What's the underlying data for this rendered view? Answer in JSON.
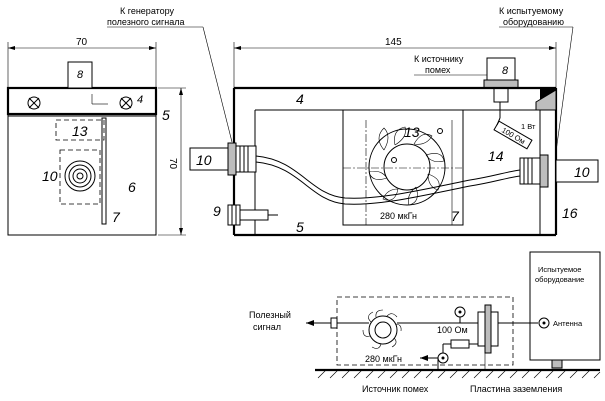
{
  "labels": {
    "to_signal_generator": [
      "К генератору",
      "полезного сигнала"
    ],
    "to_equipment_under_test": [
      "К испытуемому",
      "оборудованию"
    ],
    "to_interference_source": [
      "К источнику",
      "помех"
    ],
    "resistor_power": "1 Вт",
    "resistor_value": "100 Ом",
    "inductance": "280 мкГн"
  },
  "dimensions": {
    "front_width": "70",
    "front_height": "70",
    "side_length": "145"
  },
  "part_numbers": {
    "p4": "4",
    "p5": "5",
    "p6": "6",
    "p7": "7",
    "p8": "8",
    "p9": "9",
    "p10": "10",
    "p13": "13",
    "p14": "14",
    "p16": "16"
  },
  "schematic": {
    "useful_signal": [
      "Полезный",
      "сигнал"
    ],
    "equipment_under_test": [
      "Испытуемое",
      "оборудование"
    ],
    "antenna": "Антенна",
    "resistor_value": "100 Ом",
    "inductance": "280 мкГн",
    "interference_source": "Источник помех",
    "ground_plate": "Пластина заземления"
  }
}
